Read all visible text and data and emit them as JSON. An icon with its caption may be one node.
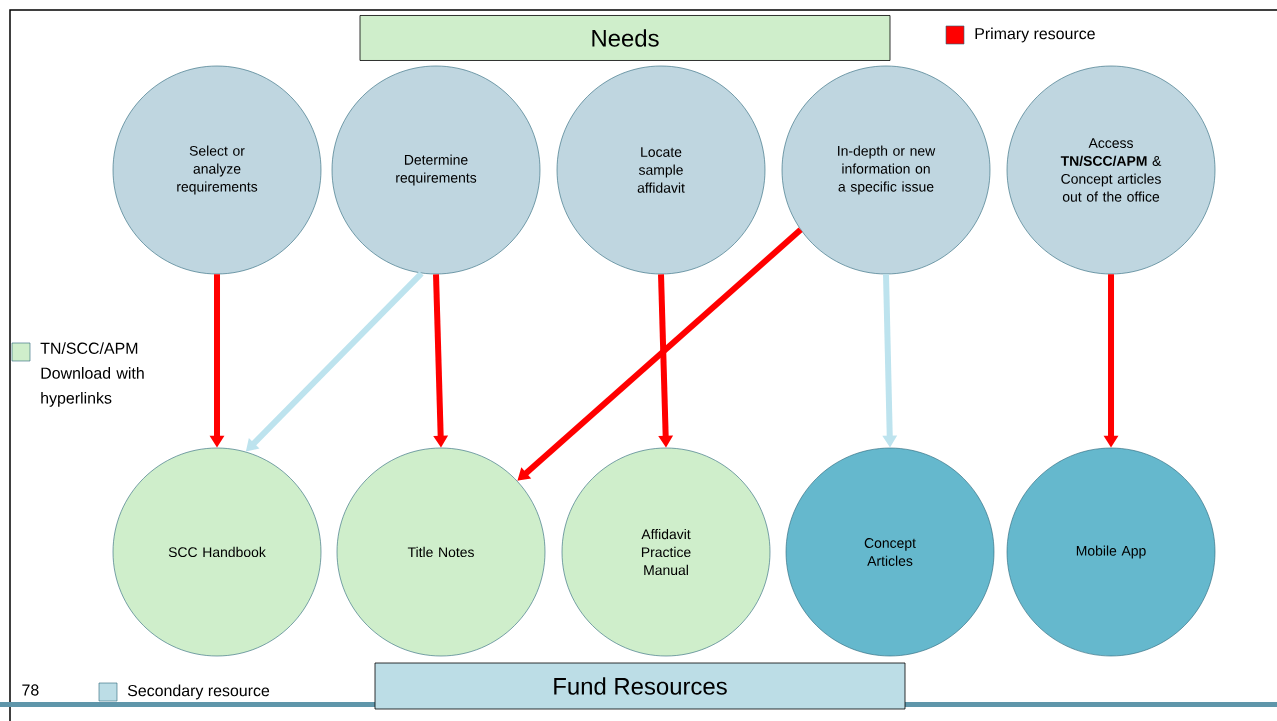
{
  "diagram": {
    "nodes": [
      {
        "text": [
          "Needs"
        ]
      },
      {
        "text": [
          "Select or analyze requirements"
        ]
      },
      {
        "text": [
          "Determine requirements"
        ]
      },
      {
        "text": [
          "Locate sample affidavit"
        ]
      },
      {
        "text": [
          "In-depth or new information on a specific issue"
        ]
      },
      {
        "text": [
          "Access **TN/SCC/APM** & Concept articles out of the office"
        ]
      },
      {
        "text": [
          "SCC Handbook"
        ]
      },
      {
        "text": [
          "Title Notes"
        ]
      },
      {
        "text": [
          "Affidavit Practice Manual"
        ]
      },
      {
        "text": [
          "Concept Articles"
        ]
      },
      {
        "text": [
          "Mobile App"
        ]
      },
      {
        "text": [
          "Fund Resources"
        ]
      }
    ],
    "edges": [
      {
        "from": 1,
        "to": 6,
        "arrow": "to"
      },
      {
        "from": 2,
        "to": 6,
        "arrow": "to",
        "color": "#bde3ee"
      },
      {
        "from": 2,
        "to": 7,
        "arrow": "to"
      },
      {
        "from": 4,
        "to": 7,
        "arrow": "to"
      },
      {
        "from": 3,
        "to": 8,
        "arrow": "to"
      },
      {
        "from": 4,
        "to": 9,
        "arrow": "to",
        "color": "#bde3ee"
      },
      {
        "from": 5,
        "to": 10,
        "arrow": "to"
      }
    ],
    "labels": [
      "78"
    ],
    "legend": [
      {
        "text": "Primary resource",
        "color": "#ff0000"
      },
      {
        "text": "TN/SCC/APM Download with hyperlinks",
        "color": "#cfeecb"
      },
      {
        "text": "Secondary resource",
        "color": "#bcdde6"
      }
    ]
  }
}
